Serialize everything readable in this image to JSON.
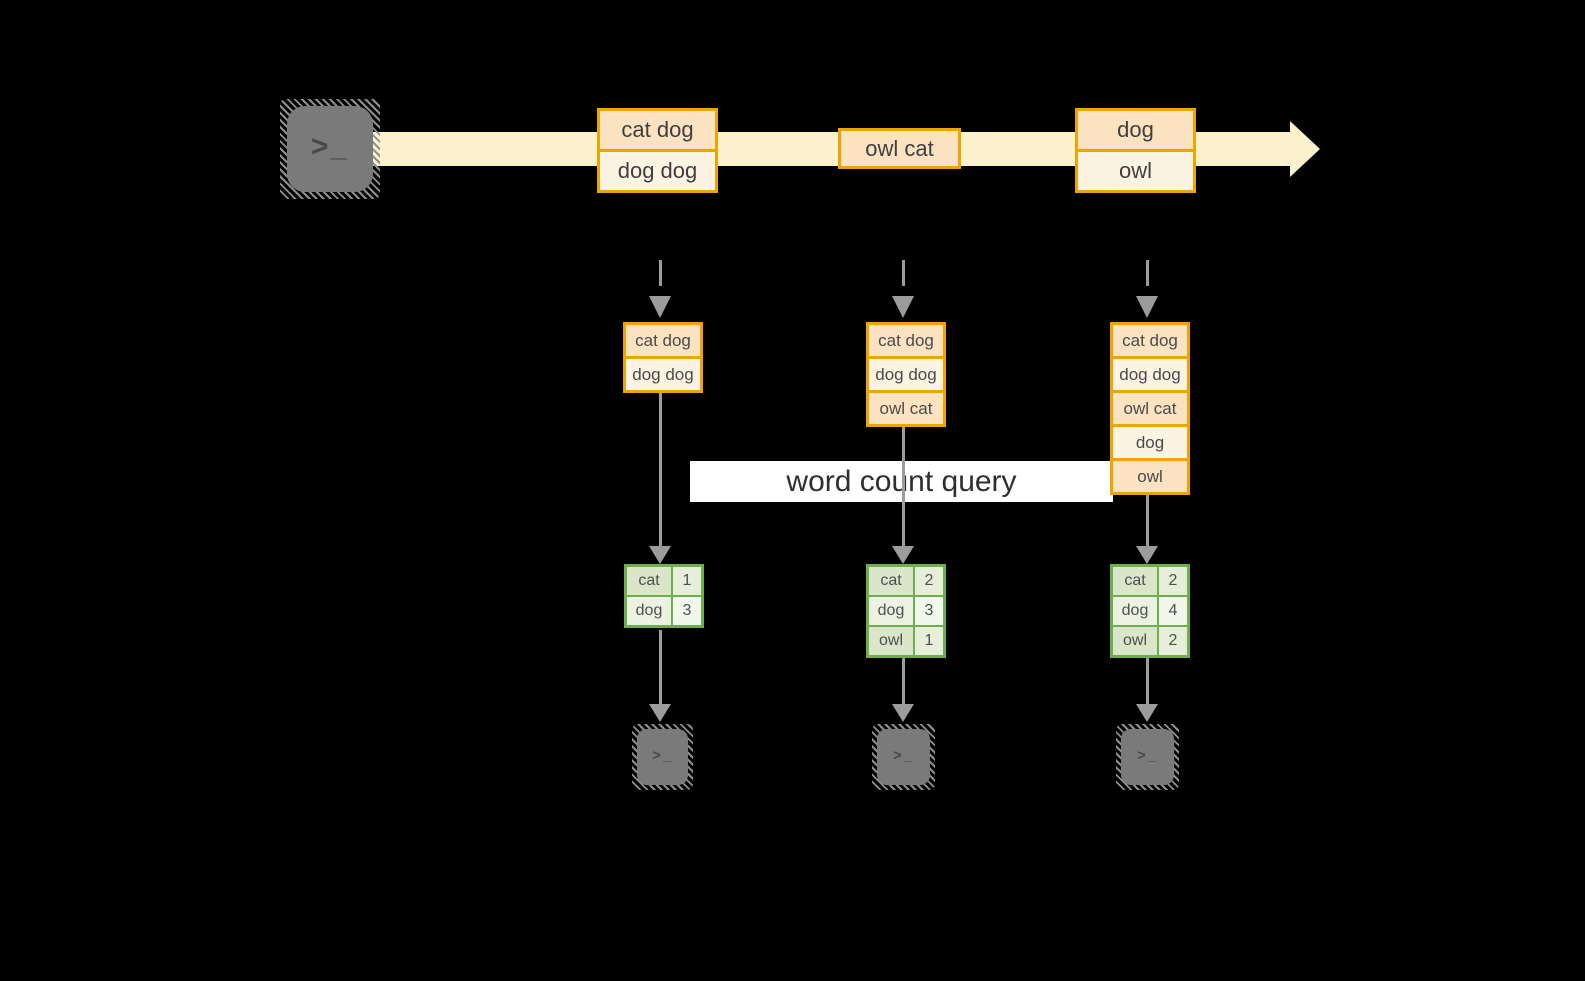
{
  "diagram": {
    "query_label": "word count query",
    "terminal_prompt": ">_",
    "stream": {
      "source_icon": "terminal-icon",
      "records": [
        {
          "lines": [
            "cat dog",
            "dog dog"
          ]
        },
        {
          "lines": [
            "owl cat"
          ]
        },
        {
          "lines": [
            "dog",
            "owl"
          ]
        }
      ]
    },
    "columns": [
      {
        "state_rows": [
          "cat dog",
          "dog dog"
        ],
        "counts": [
          {
            "word": "cat",
            "count": "1"
          },
          {
            "word": "dog",
            "count": "3"
          }
        ],
        "sink_icon": "terminal-icon"
      },
      {
        "state_rows": [
          "cat dog",
          "dog dog",
          "owl cat"
        ],
        "counts": [
          {
            "word": "cat",
            "count": "2"
          },
          {
            "word": "dog",
            "count": "3"
          },
          {
            "word": "owl",
            "count": "1"
          }
        ],
        "sink_icon": "terminal-icon"
      },
      {
        "state_rows": [
          "cat dog",
          "dog dog",
          "owl cat",
          "dog",
          "owl"
        ],
        "counts": [
          {
            "word": "cat",
            "count": "2"
          },
          {
            "word": "dog",
            "count": "4"
          },
          {
            "word": "owl",
            "count": "2"
          }
        ],
        "sink_icon": "terminal-icon"
      }
    ],
    "colors": {
      "accent_orange": "#f0a400",
      "accent_green": "#6fae4e",
      "stream_fill": "#fcf1cd",
      "record_peach": "#fbe3c2",
      "record_cream": "#fdf3e3",
      "arrow_gray": "#9c9c9c",
      "terminal_gray": "#7a7a7a",
      "query_band_bg": "#ffffff"
    }
  }
}
